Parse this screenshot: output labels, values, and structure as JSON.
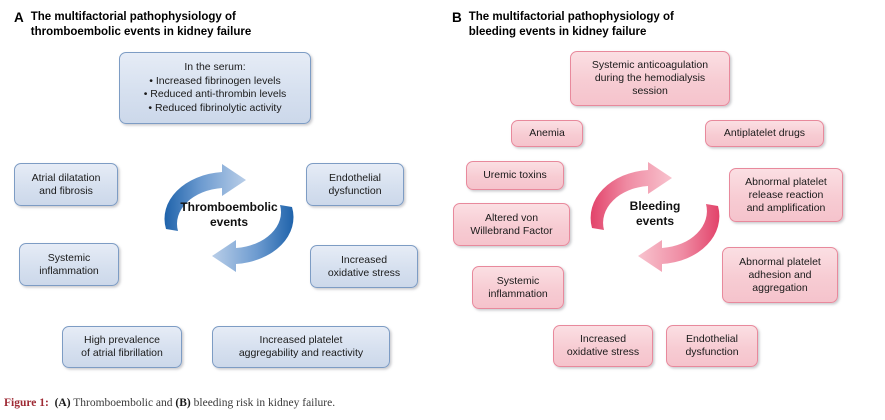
{
  "panels": {
    "a": {
      "letter": "A",
      "title": "The multifactorial pathophysiology of\nthromboembolic events in kidney failure",
      "cycle_label": "Thromboembolic\nevents",
      "accent_color": "#2a6cb5",
      "box_fill": "#d6e0ef",
      "box_border": "#7d9cc4",
      "serum_box": "In the serum:\n• Increased fibrinogen levels\n• Reduced anti-thrombin levels\n• Reduced fibrinolytic activity",
      "nodes": [
        {
          "id": "atrial-dilatation-and-fibrosis",
          "text": "Atrial dilatation\nand fibrosis"
        },
        {
          "id": "endothelial-dysfunction",
          "text": "Endothelial\ndysfunction"
        },
        {
          "id": "systemic-inflammation",
          "text": "Systemic\ninflammation"
        },
        {
          "id": "increased-oxidative-stress",
          "text": "Increased\noxidative stress"
        },
        {
          "id": "high-prevalence-of-atrial-fibrillation",
          "text": "High prevalence\nof atrial fibrillation"
        },
        {
          "id": "increased-platelet-aggregability-and-reactivity",
          "text": "Increased platelet\naggregability and reactivity"
        }
      ]
    },
    "b": {
      "letter": "B",
      "title": "The multifactorial pathophysiology of\nbleeding events in kidney failure",
      "cycle_label": "Bleeding\nevents",
      "accent_color": "#e4476b",
      "box_fill": "#f7ccd3",
      "box_border": "#e8899c",
      "nodes": [
        {
          "id": "systemic-anticoagulation",
          "text": "Systemic anticoagulation\nduring the hemodialysis\nsession"
        },
        {
          "id": "anemia",
          "text": "Anemia"
        },
        {
          "id": "antiplatelet-drugs",
          "text": "Antiplatelet drugs"
        },
        {
          "id": "uremic-toxins",
          "text": "Uremic toxins"
        },
        {
          "id": "abnormal-platelet-release-reaction",
          "text": "Abnormal platelet\nrelease reaction\nand amplification"
        },
        {
          "id": "altered-von-willebrand-factor",
          "text": "Altered von\nWillebrand Factor"
        },
        {
          "id": "abnormal-platelet-adhesion",
          "text": "Abnormal platelet\nadhesion and\naggregation"
        },
        {
          "id": "systemic-inflammation",
          "text": "Systemic\ninflammation"
        },
        {
          "id": "increased-oxidative-stress",
          "text": "Increased\noxidative stress"
        },
        {
          "id": "endothelial-dysfunction",
          "text": "Endothelial\ndysfunction"
        }
      ]
    }
  },
  "caption": {
    "figure_label": "Figure 1:",
    "part_a": "(A)",
    "text_1": " Thromboembolic and ",
    "part_b": "(B)",
    "text_2": " bleeding risk in kidney failure."
  }
}
